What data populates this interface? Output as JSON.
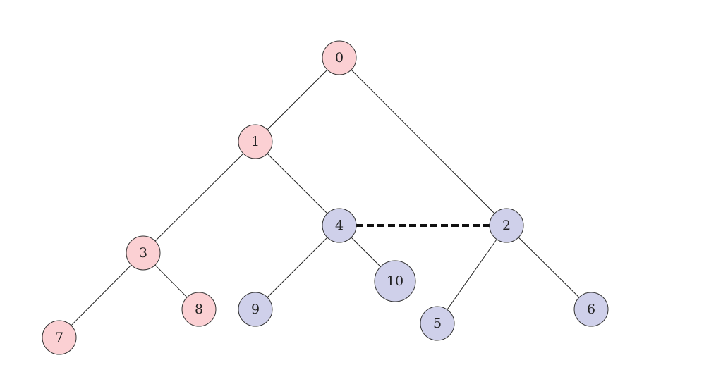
{
  "colors": {
    "pink": "#fbd0d3",
    "lavender": "#cfd0ea"
  },
  "nodes": [
    {
      "id": "0",
      "label": "0",
      "color": "pink"
    },
    {
      "id": "1",
      "label": "1",
      "color": "pink"
    },
    {
      "id": "2",
      "label": "2",
      "color": "lavender"
    },
    {
      "id": "3",
      "label": "3",
      "color": "pink"
    },
    {
      "id": "4",
      "label": "4",
      "color": "lavender"
    },
    {
      "id": "5",
      "label": "5",
      "color": "lavender"
    },
    {
      "id": "6",
      "label": "6",
      "color": "lavender"
    },
    {
      "id": "7",
      "label": "7",
      "color": "pink"
    },
    {
      "id": "8",
      "label": "8",
      "color": "pink"
    },
    {
      "id": "9",
      "label": "9",
      "color": "lavender"
    },
    {
      "id": "10",
      "label": "10",
      "color": "lavender"
    }
  ],
  "edges": [
    {
      "from": "0",
      "to": "1",
      "style": "solid"
    },
    {
      "from": "0",
      "to": "2",
      "style": "solid"
    },
    {
      "from": "1",
      "to": "3",
      "style": "solid"
    },
    {
      "from": "1",
      "to": "4",
      "style": "solid"
    },
    {
      "from": "3",
      "to": "7",
      "style": "solid"
    },
    {
      "from": "3",
      "to": "8",
      "style": "solid"
    },
    {
      "from": "4",
      "to": "9",
      "style": "solid"
    },
    {
      "from": "4",
      "to": "10",
      "style": "solid"
    },
    {
      "from": "2",
      "to": "5",
      "style": "solid"
    },
    {
      "from": "2",
      "to": "6",
      "style": "solid"
    },
    {
      "from": "4",
      "to": "2",
      "style": "dashed"
    }
  ]
}
